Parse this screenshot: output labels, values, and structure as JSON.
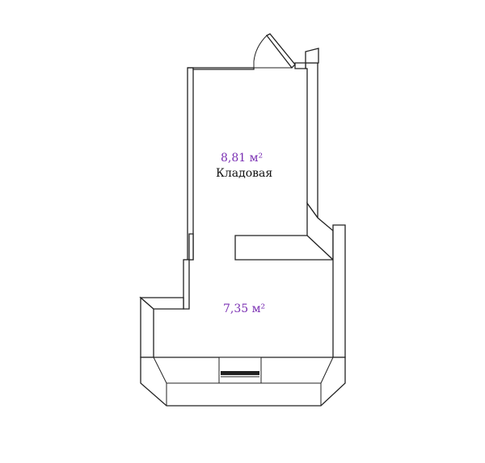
{
  "colors": {
    "area_label": "#7a2fb3",
    "walls": "#222222",
    "background": "#ffffff"
  },
  "rooms": [
    {
      "id": "storage",
      "area": "8,81 м²",
      "name": "Кладовая"
    },
    {
      "id": "lower",
      "area": "7,35 м²",
      "name": ""
    }
  ]
}
